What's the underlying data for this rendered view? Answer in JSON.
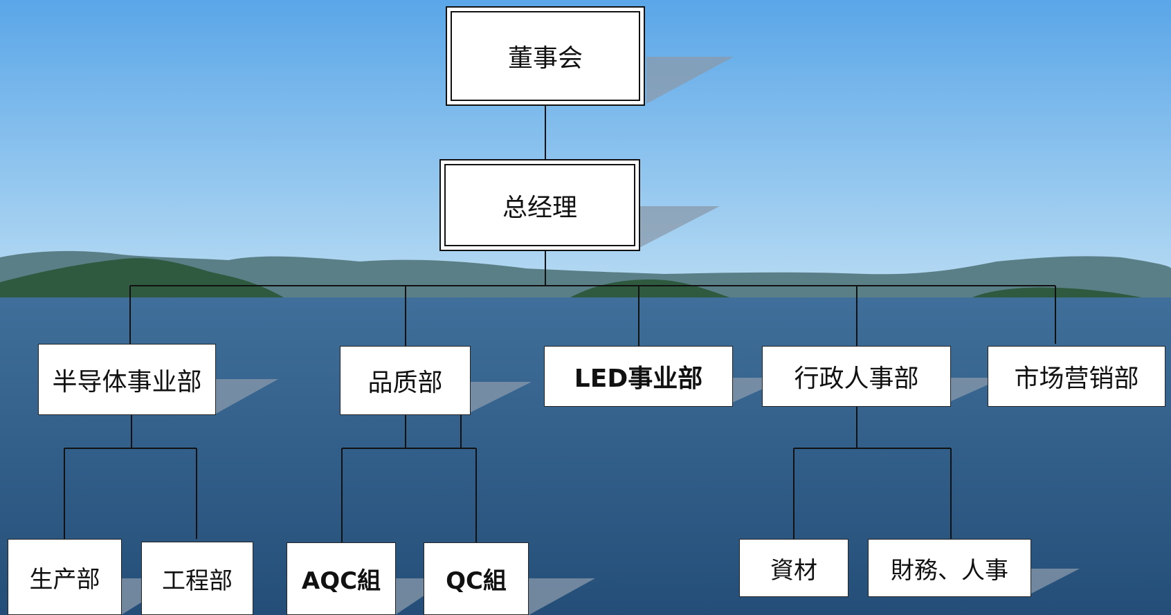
{
  "background": {
    "sky_top": "#5aa6e8",
    "sky_bottom": "#b9dcf3",
    "sea_top": "#3f6f9a",
    "sea_bottom": "#244e78",
    "hills": "#5b7f86",
    "island": "#2f5a3f"
  },
  "line_color": "#111111",
  "shadow_color": "#8a9aab",
  "org": {
    "board": "董事会",
    "general_manager": "总经理",
    "departments": {
      "semiconductor": "半导体事业部",
      "quality": "品质部",
      "led": "LED事业部",
      "admin_hr": "行政人事部",
      "marketing": "市场营销部"
    },
    "sub_units": {
      "production": "生产部",
      "engineering": "工程部",
      "aqc": "AQC組",
      "qc": "QC組",
      "materials": "資材",
      "finance_hr": "財務、人事"
    }
  }
}
